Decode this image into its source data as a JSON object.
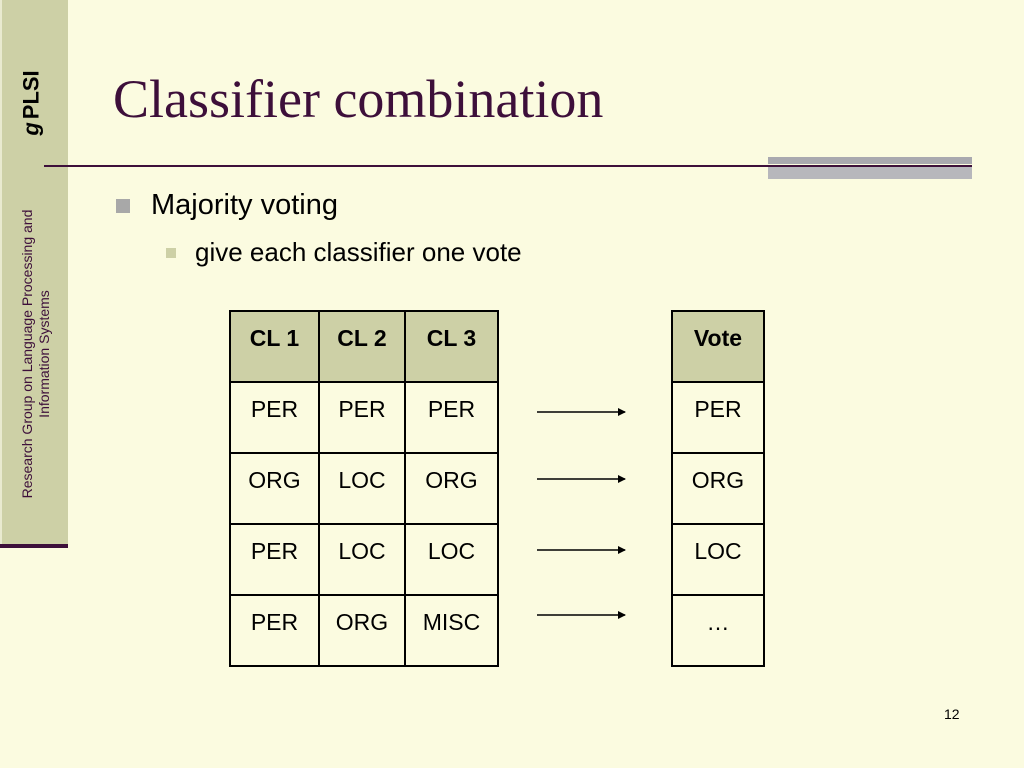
{
  "sidebar": {
    "logo_g": "g",
    "logo_text": "PLSI",
    "group_line1": "Research Group on Language Processing and",
    "group_line2": "Information Systems"
  },
  "title": "Classifier combination",
  "bullets": {
    "level1": "Majority voting",
    "level2": "give each classifier one vote"
  },
  "votes_table": {
    "headers": [
      "CL 1",
      "CL 2",
      "CL 3"
    ],
    "rows": [
      [
        "PER",
        "PER",
        "PER"
      ],
      [
        "ORG",
        "LOC",
        "ORG"
      ],
      [
        "PER",
        "LOC",
        "LOC"
      ],
      [
        "PER",
        "ORG",
        "MISC"
      ]
    ]
  },
  "vote_table": {
    "header": "Vote",
    "rows": [
      "PER",
      "ORG",
      "LOC",
      "…"
    ]
  },
  "page_number": "12",
  "colors": {
    "background": "#fbfbe0",
    "sidebar": "#cdd0a6",
    "accent": "#3d0f3a",
    "header_cell": "#cdd0a6"
  }
}
